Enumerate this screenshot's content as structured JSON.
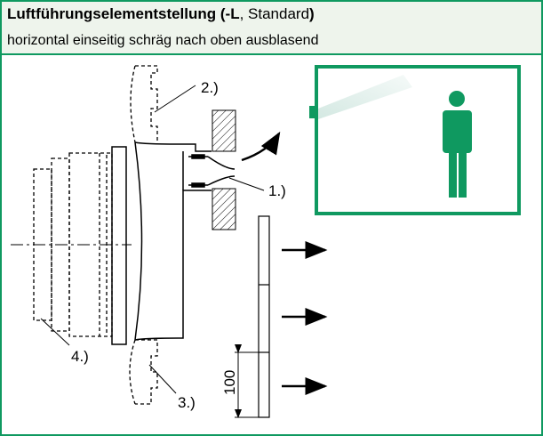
{
  "header": {
    "title_bold_1": "Luftführungselementstellung (-L",
    "title_normal": ", Standard",
    "title_bold_2": ")",
    "subtitle": "horizontal einseitig schräg nach oben ausblasend"
  },
  "labels": {
    "l1": "1.)",
    "l2": "2.)",
    "l3": "3.)",
    "l4": "4.)",
    "dimension": "100"
  },
  "colors": {
    "accent": "#0f9960",
    "header_bg": "#eef4ec",
    "airflow": "#cfe6df"
  },
  "icons": [
    "person-icon",
    "air-outlet-icon",
    "airflow-arrow-icon"
  ]
}
